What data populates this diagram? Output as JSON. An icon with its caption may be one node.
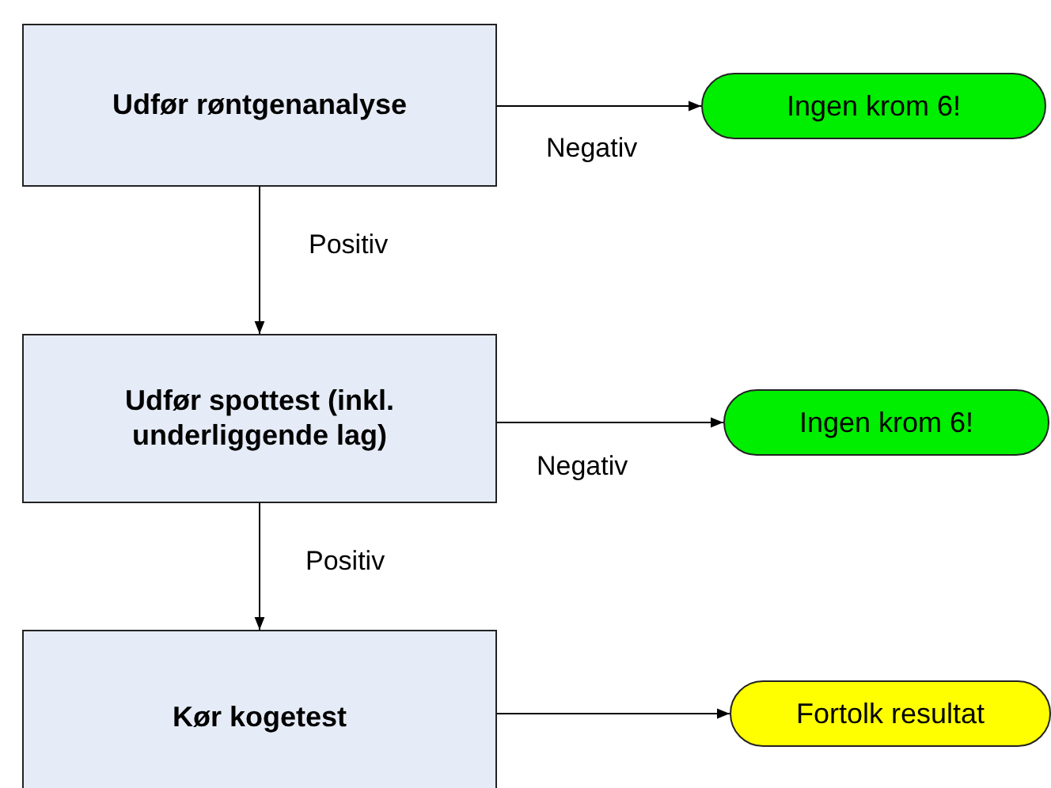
{
  "diagram": {
    "nodes": [
      {
        "text": [
          "Udfør røntgenanalyse"
        ]
      },
      {
        "text": [
          "Ingen krom 6!"
        ]
      },
      {
        "text": [
          "Udfør spottest (inkl. underliggende lag)"
        ]
      },
      {
        "text": [
          "Ingen krom 6!"
        ]
      },
      {
        "text": [
          "Kør kogetest"
        ]
      },
      {
        "text": [
          "Fortolk resultat"
        ]
      }
    ],
    "edges": [
      {
        "from": 0,
        "to": 1,
        "arrow": "to",
        "label": "Negativ"
      },
      {
        "from": 0,
        "to": 2,
        "arrow": "to",
        "label": "Positiv"
      },
      {
        "from": 2,
        "to": 3,
        "arrow": "to",
        "label": "Negativ"
      },
      {
        "from": 2,
        "to": 4,
        "arrow": "to",
        "label": "Positiv"
      },
      {
        "from": 4,
        "to": 5,
        "arrow": "to"
      }
    ]
  }
}
